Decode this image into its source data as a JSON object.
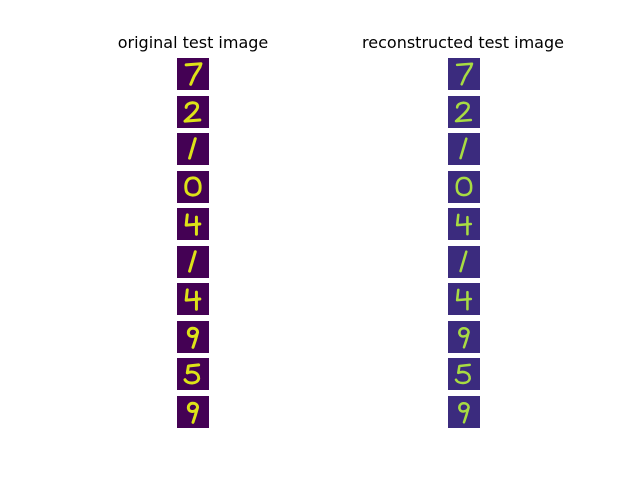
{
  "titles": {
    "original": "original test image",
    "reconstructed": "reconstructed test image"
  },
  "colors": {
    "original_background": "#440154",
    "reconstructed_background": "#3b2b7e",
    "original_stroke": "#dde318",
    "reconstructed_stroke": "#a8dc42"
  },
  "original_digits": [
    "7",
    "2",
    "1",
    "0",
    "4",
    "1",
    "4",
    "9",
    "5",
    "9"
  ],
  "reconstructed_digits": [
    "7",
    "2",
    "1",
    "0",
    "4",
    "1",
    "4",
    "9",
    "5",
    "9"
  ]
}
